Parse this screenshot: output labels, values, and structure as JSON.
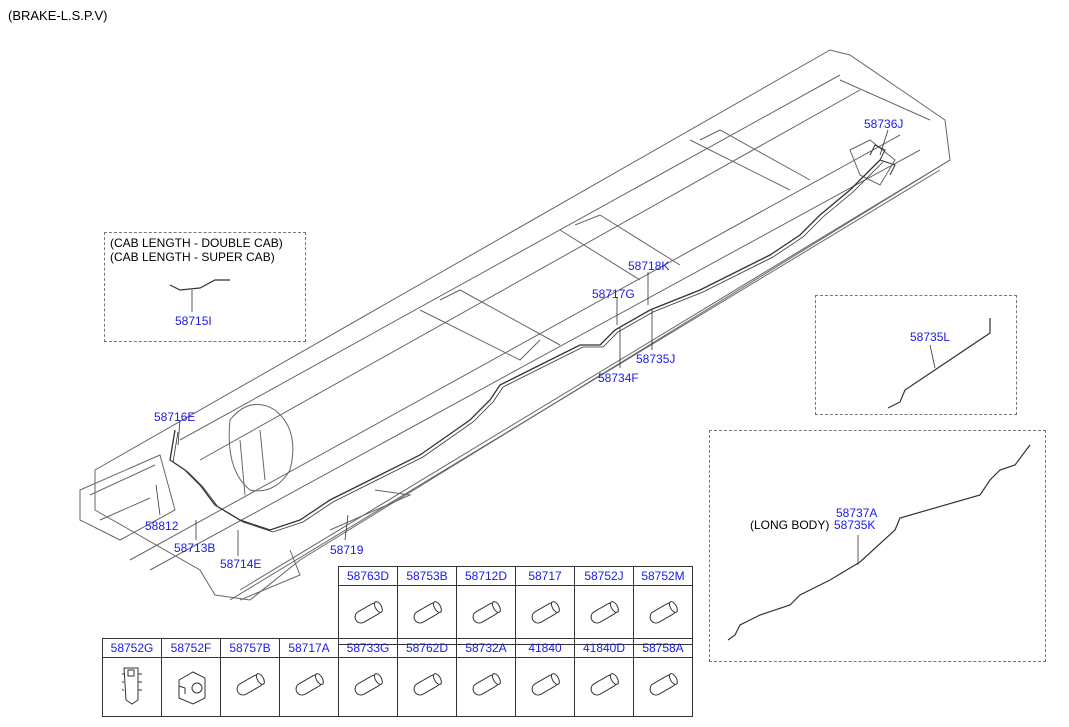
{
  "title": "(BRAKE-L.S.P.V)",
  "inset_double_super": {
    "line1": "(CAB LENGTH - DOUBLE CAB)",
    "line2": "(CAB LENGTH - SUPER CAB)",
    "part": "58715I"
  },
  "inset_long_body": {
    "note": "(LONG BODY)",
    "part_a": "58737A",
    "part_b": "58735K"
  },
  "inset_58735L": {
    "part": "58735L"
  },
  "callouts": {
    "p58736J": "58736J",
    "p58718K": "58718K",
    "p58717G": "58717G",
    "p58735J": "58735J",
    "p58734F": "58734F",
    "p58716E": "58716E",
    "p58812": "58812",
    "p58713B": "58713B",
    "p58714E": "58714E",
    "p58719": "58719"
  },
  "parts_table": {
    "row1": [
      "58763D",
      "58753B",
      "58712D",
      "58717",
      "58752J",
      "58752M"
    ],
    "row2": [
      "58752G",
      "58752F",
      "58757B",
      "58717A",
      "58733G",
      "58762D",
      "58732A",
      "41840",
      "41840D",
      "58758A"
    ]
  },
  "colors": {
    "callout": "#1a1ae6",
    "line": "#333333",
    "frame": "#555555"
  }
}
